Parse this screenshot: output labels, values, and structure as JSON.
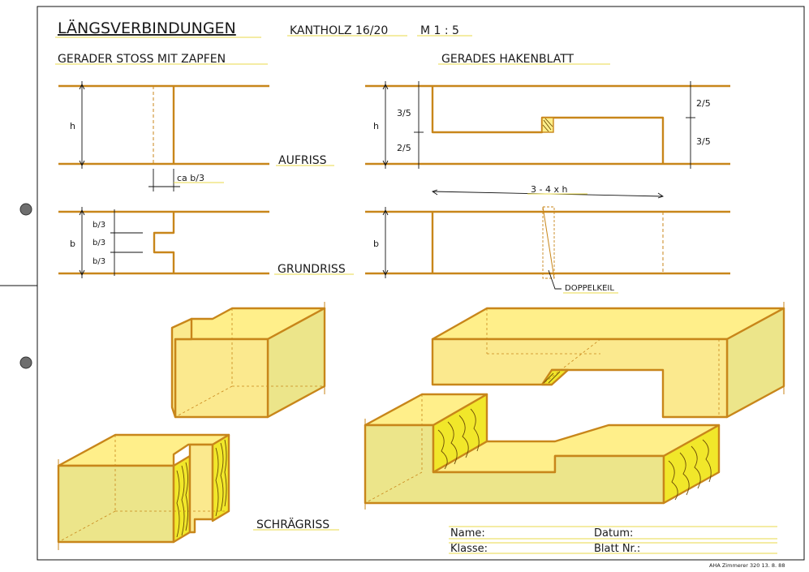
{
  "header": {
    "title": "LÄNGSVERBINDUNGEN",
    "material": "KANTHOLZ 16/20",
    "scale": "M 1 : 5"
  },
  "left_joint": {
    "title": "GERADER STOSS MIT ZAPFEN",
    "h_label": "h",
    "b_label": "b",
    "ca_label": "ca b/3",
    "b3_labels": [
      "b/3",
      "b/3",
      "b/3"
    ]
  },
  "right_joint": {
    "title": "GERADES HAKENBLATT",
    "h_label": "h",
    "b_label": "b",
    "left_top": "3/5",
    "left_bottom": "2/5",
    "right_top": "2/5",
    "right_bottom": "3/5",
    "length_label": "3 - 4 x h",
    "wedge_label": "DOPPELKEIL"
  },
  "views": {
    "elevation": "AUFRISS",
    "plan": "GRUNDRISS",
    "oblique": "SCHRÄGRISS"
  },
  "form": {
    "name": "Name:",
    "date": "Datum:",
    "class": "Klasse:",
    "sheet": "Blatt Nr.:"
  },
  "footer": "AHA Zimmerer 320 13. 8. 88",
  "colors": {
    "outline": "#c8861a",
    "face_light": "#ffef8a",
    "face_side": "#ece58a",
    "grain_face": "#f1e72a",
    "underline": "#e8d84a",
    "punch_hole": "#6e6e6e"
  }
}
